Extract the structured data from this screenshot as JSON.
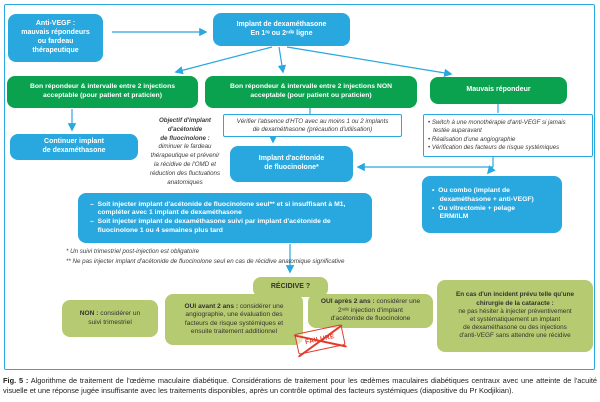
{
  "colors": {
    "node_blue": "#29a8e0",
    "node_green": "#0aa24f",
    "node_olive": "#b6ca72",
    "connector_blue": "#29a8e0",
    "stamp_red": "#e23b2e"
  },
  "nodes": {
    "anti_vegf": {
      "title": "Anti-VEGF :",
      "body": "mauvais répondeurs\nou fardeau\nthérapeutique"
    },
    "implant_dexa": {
      "title": "Implant de dexaméthasone",
      "body": "En 1ʳᵉ ou 2ⁿᵈᵉ ligne"
    },
    "good_responder_ok": {
      "text": "Bon répondeur & intervalle entre 2 injections\nacceptable (pour patient et praticien)"
    },
    "good_responder_not_ok": {
      "text": "Bon répondeur & intervalle entre 2 injections NON\nacceptable (pour patient ou praticien)"
    },
    "poor_responder": {
      "text": "Mauvais répondeur"
    },
    "continue_dexa": {
      "text": "Continuer implant\nde dexaméthasone"
    },
    "objectif_note": {
      "title": "Objectif d'implant\nd'acétonide\nde fluocinolone :",
      "body": "diminuer le fardeau\nthérapeutique et prévenir\nla récidive de l'OMD et\nréduction des fluctuations\nanatomiques"
    },
    "check_hto": {
      "text": "Vérifier l'absence d'HTO avec au moins 1 ou 2 implants\nde dexaméthasone (précaution d'utilisation)"
    },
    "fluocinolone_implant": {
      "text": "Implant d'acétonide\nde fluocinolone*"
    },
    "switch_options": {
      "text": "• Switch à une monothérapie d'anti-VEGF si jamais\n   testée auparavant\n• Réalisation d'une angiographie\n• Vérification des facteurs de risque systémiques"
    },
    "combo_options": {
      "text": "•  Ou combo (implant de\n    dexaméthasone + anti-VEGF)\n•  Ou vitrectomie + pelage\n    ERM/ILM"
    },
    "injection_strategy": {
      "text": "–  Soit injecter implant d'acétonide de fluocinolone seul** et si insuffisant à M1,\n    compléter avec 1 implant de dexaméthasone\n–  Soit injecter implant de dexaméthasone suivi par implant d'acétonide de\n    fluocinolone 1 ou 4 semaines plus tard"
    },
    "footnote_1": "* Un suivi trimestriel post-injection est obligatoire",
    "footnote_2": "** Ne pas injecter implant d'acétonide de fluocinolone seul en cas de récidive anatomique significative",
    "recidive": {
      "text": "RÉCIDIVE ?"
    },
    "no_recurrence": {
      "label": "NON :",
      "text": " considérer un\nsuivi trimestriel"
    },
    "yes_before_2y": {
      "label": "OUI avant 2 ans :",
      "text": " considérer une\nangiographie, une évaluation des\nfacteurs de risque systémiques et\nensuite traitement additionnel"
    },
    "yes_after_2y": {
      "label": "OUI après 2 ans :",
      "text": " considérer une\n2ⁿᵈᵉ injection d'implant\nd'acétonide de fluocinolone"
    },
    "cataract_incident": {
      "title": "En cas d'un incident prévu telle qu'une\nchirurgie de la cataracte :",
      "body": "ne pas hésiter à injecter préventivement\net systématiquement un implant\nde dexaméthasone ou des injections\nd'anti-VEGF sans attendre une récidive"
    },
    "failure_stamp": "FAILURE"
  },
  "caption": {
    "label": "Fig. 5 :",
    "text": " Algorithme de traitement de l'œdème maculaire diabétique. Considérations de traitement pour les œdèmes maculaires diabétiques centraux avec une atteinte de l'acuité visuelle et une réponse jugée insuffisante avec les traitements disponibles, après un contrôle optimal des facteurs systémiques (diapositive du Pr Kodjikian)."
  }
}
